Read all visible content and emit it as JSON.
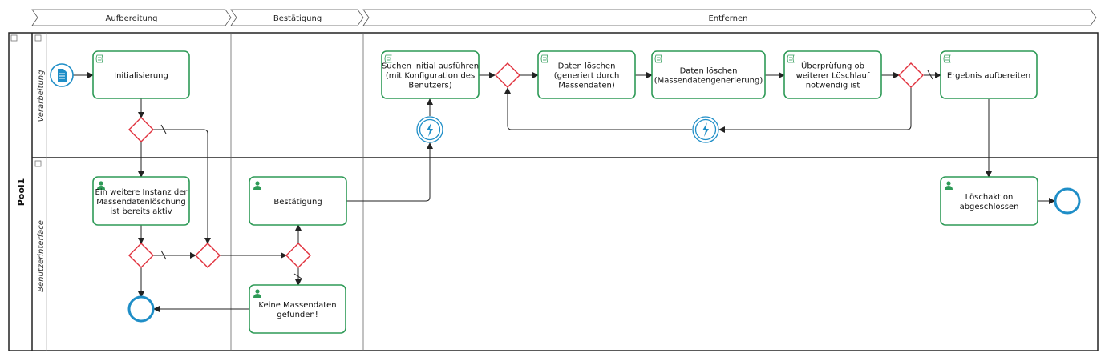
{
  "pool": {
    "label": "Pool1"
  },
  "phases": [
    {
      "id": "ph-aufbereitung",
      "label": "Aufbereitung"
    },
    {
      "id": "ph-bestaetigung",
      "label": "Bestätigung"
    },
    {
      "id": "ph-entfernen",
      "label": "Entfernen"
    }
  ],
  "lanes": [
    {
      "id": "lane-verarbeitung",
      "label": "Verarbeitung"
    },
    {
      "id": "lane-benutzerinterface",
      "label": "Benutzerinterface"
    }
  ],
  "tasks": [
    {
      "id": "task-initialisierung",
      "kind": "script",
      "lines": [
        "Initialisierung"
      ]
    },
    {
      "id": "task-suchen",
      "kind": "script",
      "lines": [
        "Suchen initial ausführen",
        "(mit Konfiguration des",
        "Benutzers)"
      ]
    },
    {
      "id": "task-loeschen-1",
      "kind": "script",
      "lines": [
        "Daten löschen",
        "(generiert durch",
        "Massendaten)"
      ]
    },
    {
      "id": "task-loeschen-2",
      "kind": "script",
      "lines": [
        "Daten löschen",
        "(Massendatengenerierung)"
      ]
    },
    {
      "id": "task-ueberpruefung",
      "kind": "script",
      "lines": [
        "Überprüfung ob",
        "weiterer Löschlauf",
        "notwendig ist"
      ]
    },
    {
      "id": "task-ergebnis",
      "kind": "script",
      "lines": [
        "Ergebnis aufbereiten"
      ]
    },
    {
      "id": "task-instanz-aktiv",
      "kind": "user",
      "lines": [
        "Ein weitere Instanz der",
        "Massendatenlöschung",
        "ist bereits aktiv"
      ]
    },
    {
      "id": "task-bestaetigung",
      "kind": "user",
      "lines": [
        "Bestätigung"
      ]
    },
    {
      "id": "task-keine-daten",
      "kind": "user",
      "lines": [
        "Keine Massendaten",
        "gefunden!"
      ]
    },
    {
      "id": "task-loeschaktion",
      "kind": "user",
      "lines": [
        "Löschaktion",
        "abgeschlossen"
      ]
    }
  ],
  "events": [
    {
      "id": "start-event",
      "kind": "start-message"
    },
    {
      "id": "signal-event-1",
      "kind": "intermediate-signal"
    },
    {
      "id": "signal-event-2",
      "kind": "intermediate-signal"
    },
    {
      "id": "end-event-1",
      "kind": "end"
    },
    {
      "id": "end-event-2",
      "kind": "end"
    }
  ],
  "gateways": [
    {
      "id": "gateway-1"
    },
    {
      "id": "gateway-2"
    },
    {
      "id": "gateway-3"
    },
    {
      "id": "gateway-4"
    },
    {
      "id": "gateway-5"
    },
    {
      "id": "gateway-6"
    },
    {
      "id": "gateway-7"
    }
  ],
  "colors": {
    "task_stroke": "#2e9a57",
    "gateway_stroke": "#e0303c",
    "event_stroke": "#1f8ec7",
    "line": "#222222"
  }
}
